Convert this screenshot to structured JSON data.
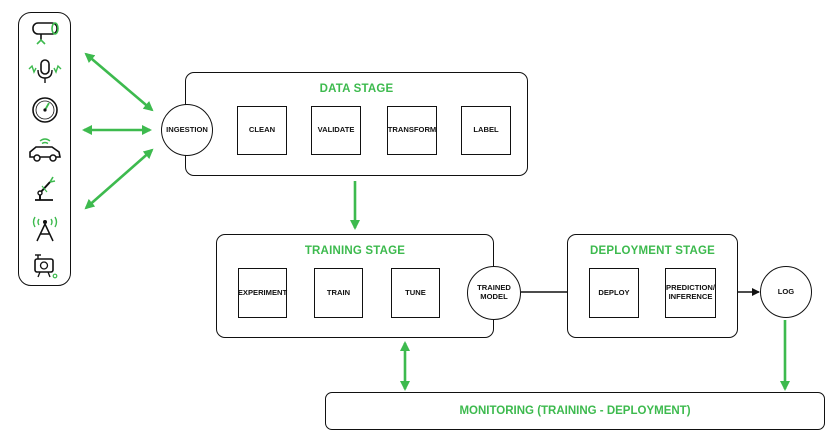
{
  "colors": {
    "accent": "#3dba4e",
    "stroke": "#111111",
    "background": "#ffffff"
  },
  "sources": {
    "icons": [
      "pipe-valve-icon",
      "microphone-sound-icon",
      "gauge-icon",
      "connected-car-icon",
      "robot-arm-icon",
      "radio-tower-icon",
      "camera-sensor-icon"
    ]
  },
  "data_stage": {
    "title": "DATA STAGE",
    "ingestion": "INGESTION",
    "steps": [
      "CLEAN",
      "VALIDATE",
      "TRANSFORM",
      "LABEL"
    ]
  },
  "training_stage": {
    "title": "TRAINING STAGE",
    "steps": [
      "EXPERIMENT",
      "TRAIN",
      "TUNE"
    ],
    "trained_model": "TRAINED MODEL"
  },
  "deployment_stage": {
    "title": "DEPLOYMENT STAGE",
    "steps": [
      "DEPLOY",
      "PREDICTION/ INFERENCE"
    ]
  },
  "log": "LOG",
  "monitoring": {
    "label": "MONITORING (TRAINING - DEPLOYMENT)"
  }
}
